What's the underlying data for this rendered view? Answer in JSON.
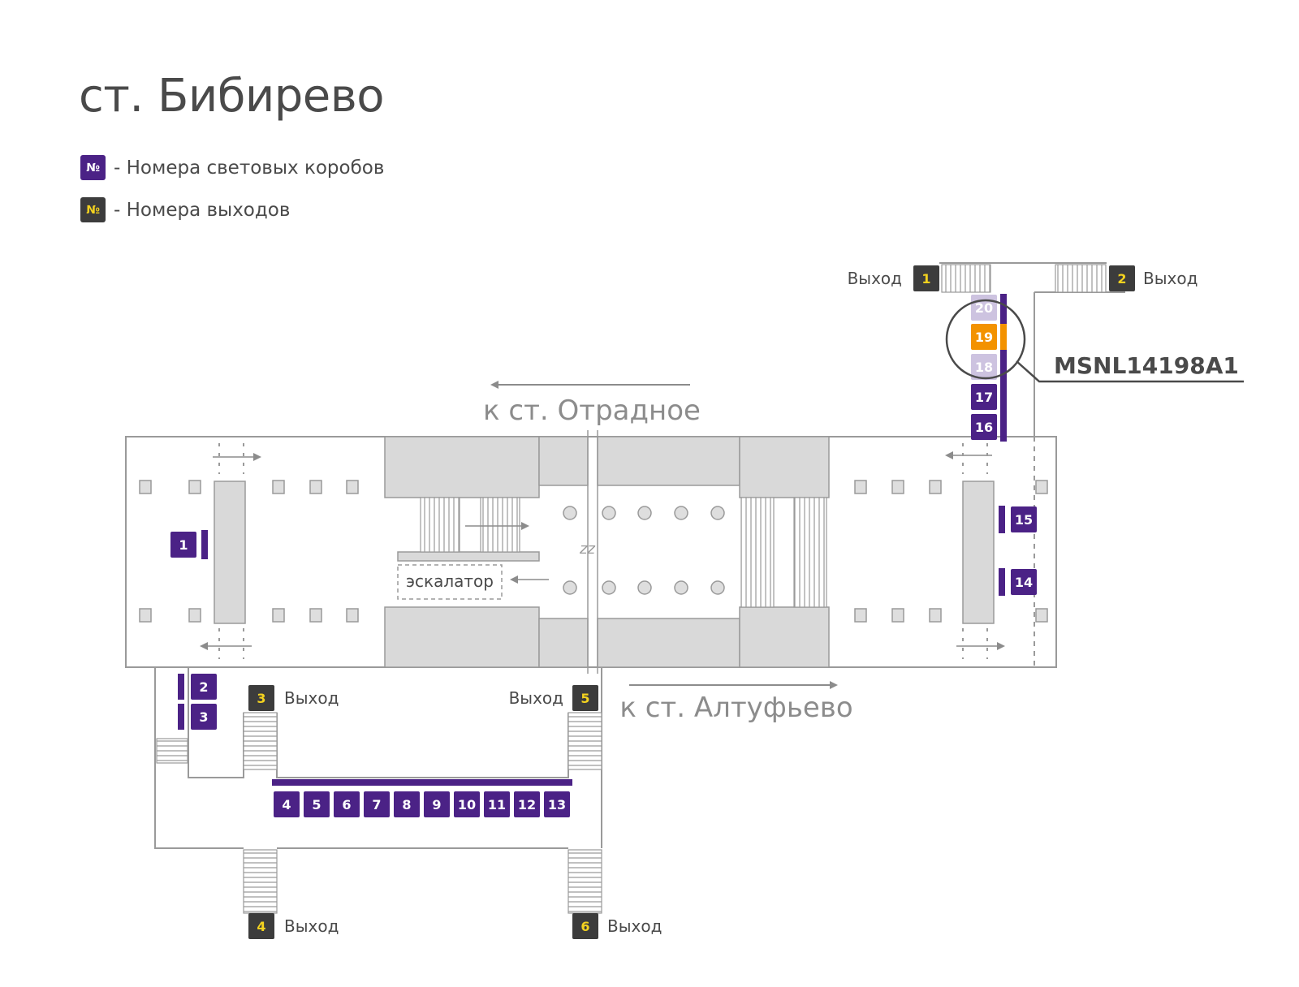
{
  "title": "ст. Бибирево",
  "legend": [
    {
      "symbol": "№",
      "text": "- Номера световых коробов",
      "color": "#4b2286"
    },
    {
      "symbol": "№",
      "text": "- Номера выходов",
      "color": "#3c3c3c"
    }
  ],
  "colors": {
    "box": "#4b2286",
    "box_faded": "#cdc3e0",
    "highlight": "#f39200",
    "exit_badge": "#3c3c3c",
    "exit_number": "#f3d21f",
    "wall": "#9a9a9a",
    "block": "#d9d9d9",
    "arrow": "#8c8c8c"
  },
  "directions": {
    "top": "к ст. Отрадное",
    "bottom": "к ст. Алтуфьево"
  },
  "escalator_label": "эскалатор",
  "callout_label": "MSNL14198A1",
  "exit_word": "Выход",
  "exits": [
    "1",
    "2",
    "3",
    "4",
    "5",
    "6"
  ],
  "boxes": {
    "1": "1",
    "2": "2",
    "3": "3",
    "4": "4",
    "5": "5",
    "6": "6",
    "7": "7",
    "8": "8",
    "9": "9",
    "10": "10",
    "11": "11",
    "12": "12",
    "13": "13",
    "14": "14",
    "15": "15",
    "16": "16",
    "17": "17",
    "18": "18",
    "19": "19",
    "20": "20"
  },
  "highlighted_box": "19",
  "faded_boxes": [
    "18",
    "20"
  ]
}
